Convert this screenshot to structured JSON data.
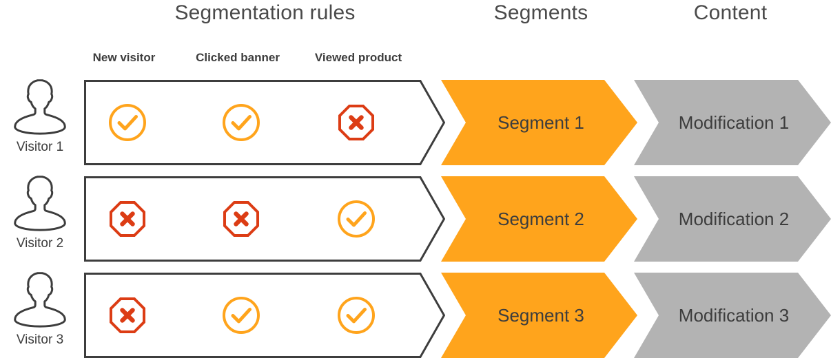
{
  "headers": {
    "segmentation_rules": "Segmentation rules",
    "segments": "Segments",
    "content": "Content"
  },
  "rule_columns": [
    {
      "label": "New visitor"
    },
    {
      "label": "Clicked banner"
    },
    {
      "label": "Viewed product"
    }
  ],
  "colors": {
    "orange": "#FFA41C",
    "grey": "#B3B3B3",
    "red": "#DC3C14",
    "outline": "#3d3d3d",
    "text": "#3d3d3d"
  },
  "rows": [
    {
      "visitor_label": "Visitor 1",
      "visitor_icon": "person-icon",
      "rules": [
        {
          "column": "New visitor",
          "state": "pass",
          "icon": "check-circle-icon"
        },
        {
          "column": "Clicked banner",
          "state": "pass",
          "icon": "check-circle-icon"
        },
        {
          "column": "Viewed product",
          "state": "fail",
          "icon": "cross-octagon-icon"
        }
      ],
      "segment_label": "Segment 1",
      "content_label": "Modification 1"
    },
    {
      "visitor_label": "Visitor 2",
      "visitor_icon": "person-icon",
      "rules": [
        {
          "column": "New visitor",
          "state": "fail",
          "icon": "cross-octagon-icon"
        },
        {
          "column": "Clicked banner",
          "state": "fail",
          "icon": "cross-octagon-icon"
        },
        {
          "column": "Viewed product",
          "state": "pass",
          "icon": "check-circle-icon"
        }
      ],
      "segment_label": "Segment 2",
      "content_label": "Modification 2"
    },
    {
      "visitor_label": "Visitor 3",
      "visitor_icon": "person-icon",
      "rules": [
        {
          "column": "New visitor",
          "state": "fail",
          "icon": "cross-octagon-icon"
        },
        {
          "column": "Clicked banner",
          "state": "pass",
          "icon": "check-circle-icon"
        },
        {
          "column": "Viewed product",
          "state": "pass",
          "icon": "check-circle-icon"
        }
      ],
      "segment_label": "Segment 3",
      "content_label": "Modification 3"
    }
  ]
}
